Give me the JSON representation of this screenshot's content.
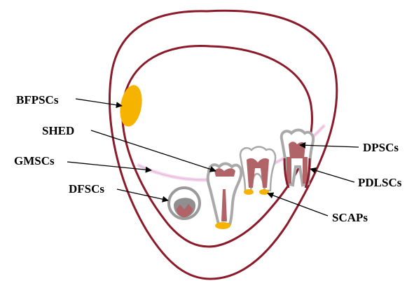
{
  "labels": {
    "bfpscs": "BFPSCs",
    "shed": "SHED",
    "gmscs": "GMSCs",
    "dfscs": "DFSCs",
    "dpscs": "DPSCs",
    "pdlscs": "PDLSCs",
    "scaps": "SCAPs"
  },
  "colors": {
    "lip": "#8b1a2b",
    "gum": "#f3d6ec",
    "fat_pad": "#f6b400",
    "pulp": "#b06468",
    "enamel": "#9a9a9a",
    "apical_papilla": "#f6b400",
    "arrow": "#000000"
  }
}
